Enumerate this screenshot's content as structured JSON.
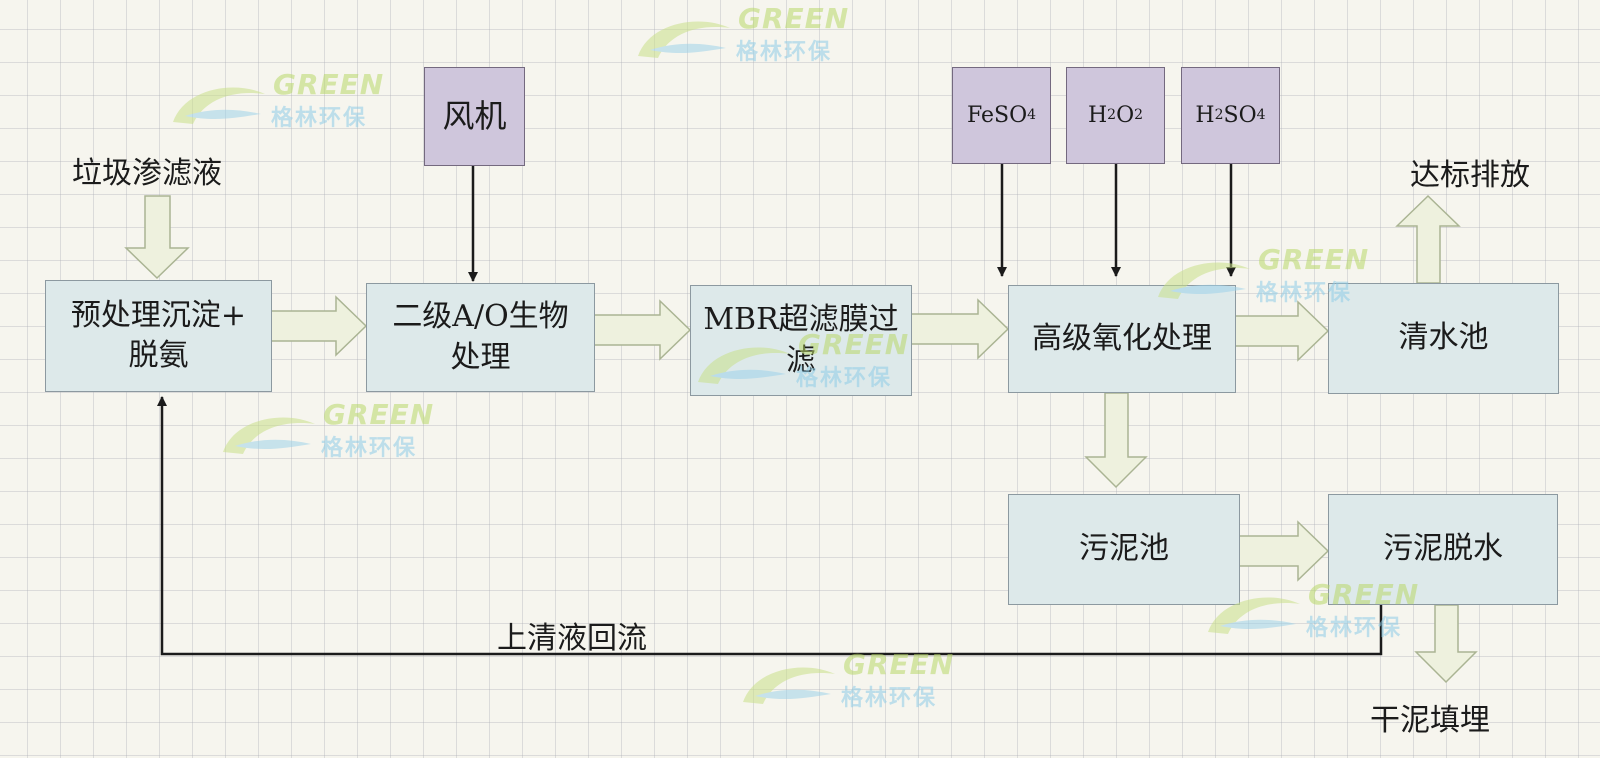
{
  "inputs": {
    "leachate": "垃圾渗滤液",
    "blower": "风机"
  },
  "chemicals": [
    {
      "formula": "FeSO",
      "sub": "4"
    },
    {
      "formula_parts": [
        "H",
        "2",
        "O",
        "2"
      ]
    },
    {
      "formula_parts": [
        "H",
        "2",
        "SO",
        "4"
      ]
    }
  ],
  "process": {
    "pretreatment": "预处理沉淀+\n脱氨",
    "ao": "二级A/O生物\n处理",
    "mbr": "MBR超滤膜过\n滤",
    "aop": "高级氧化处理",
    "clear_tank": "清水池",
    "sludge_tank": "污泥池",
    "dewatering": "污泥脱水"
  },
  "outputs": {
    "discharge": "达标排放",
    "landfill": "干泥填埋",
    "recycle": "上清液回流"
  },
  "watermark": {
    "word": "GREEN",
    "brand": "格林环保"
  },
  "colors": {
    "process_fill": "#dde9ea",
    "input_fill": "#cfc6dc",
    "arrow_fill": "#eef1de",
    "arrow_stroke": "#aab493",
    "line": "#1b1b1b"
  }
}
